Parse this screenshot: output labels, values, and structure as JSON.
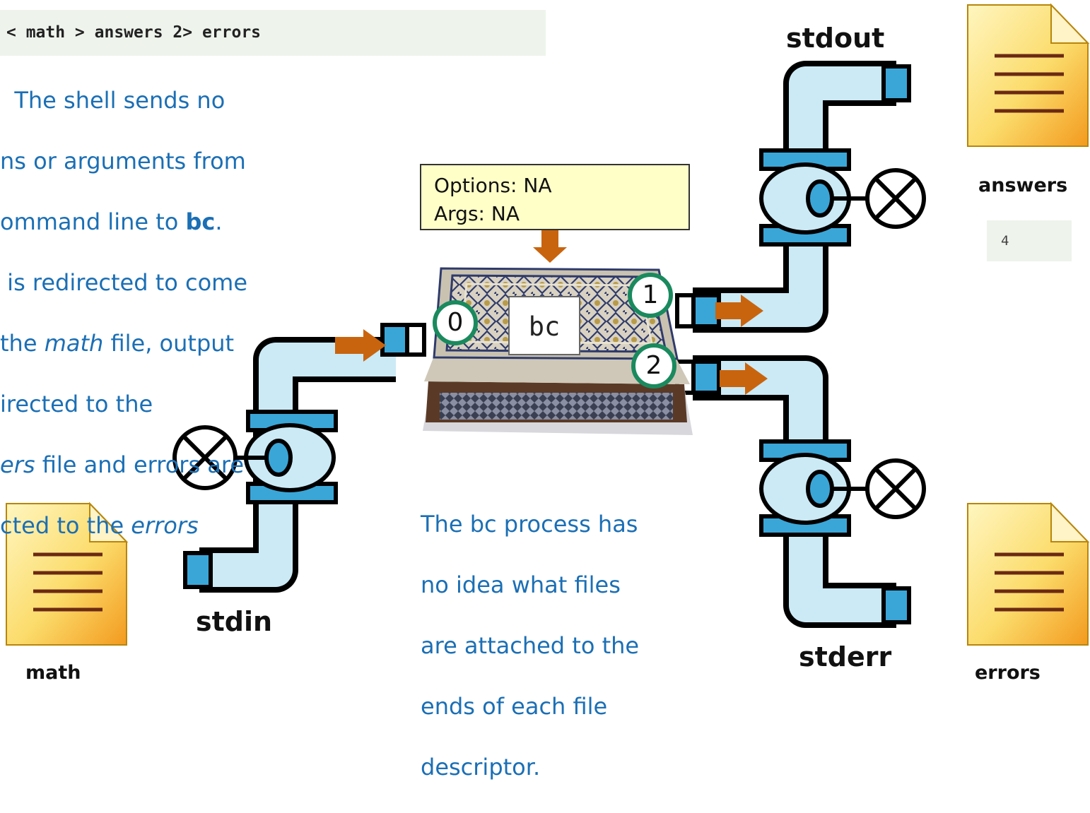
{
  "command": "< math > answers 2> errors",
  "description": {
    "line1": "  The shell sends no",
    "line2": "ns or arguments from",
    "line3a": "ommand line to ",
    "line3b": "bc",
    "line3c": ".",
    "line4": " is redirected to come",
    "line5a": "the ",
    "line5b": "math",
    "line5c": " file, output",
    "line6": "irected to the",
    "line7a": "ers",
    "line7b": " file and errors are",
    "line8a": "cted to the ",
    "line8b": "errors"
  },
  "streams": {
    "stdin": "stdin",
    "stdout": "stdout",
    "stderr": "stderr"
  },
  "files": {
    "math": "math",
    "answers": "answers",
    "errors": "errors"
  },
  "answers_content": "4",
  "options_box": {
    "options": "Options: NA",
    "args": "Args: NA"
  },
  "process": {
    "name": "bc"
  },
  "file_descriptors": [
    "0",
    "1",
    "2"
  ],
  "note": {
    "line1": "The bc process has",
    "line2": "no idea what files",
    "line3": "are attached to the",
    "line4": "ends of each file",
    "line5": "descriptor."
  },
  "colors": {
    "pipe_fill": "#cbeaf6",
    "flange": "#3aa6d8",
    "arrow": "#c9640e",
    "text_blue": "#1b6fb5",
    "descriptor_ring": "#1a8a5e",
    "box_dark": "#2f3b6b"
  }
}
